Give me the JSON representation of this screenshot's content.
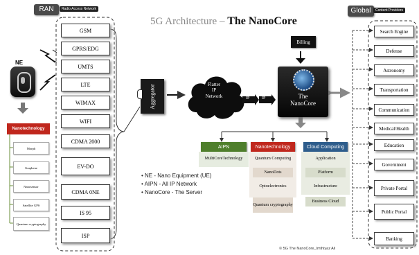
{
  "title_prefix": "5G Architecture – ",
  "title_main": "The NanoCore",
  "ran": {
    "tab": "RAN",
    "tag": "Radio Access Network",
    "items": [
      "GSM",
      "GPRS/EDG",
      "UMTS",
      "LTE",
      "WIMAX",
      "WIFI",
      "CDMA 2000",
      "EV-DO",
      "CDMA 0NE",
      "IS 95",
      "ISP"
    ]
  },
  "ne_label": "NE",
  "ne_tree": {
    "head": "Nanotechnology",
    "items": [
      "Morph",
      "Graphene",
      "Nanosensor",
      "Satellite GPS",
      "Quantum cryptography"
    ]
  },
  "aggregator": "Aggregator",
  "cloud": {
    "line1": "Flatter",
    "line2": "IP",
    "line3": "Network"
  },
  "ip_labels": [
    "IP",
    "IP"
  ],
  "billing": "Billing",
  "nanocore": {
    "line1": "The",
    "line2": "NanoCore"
  },
  "columns": [
    {
      "header": "AIPN",
      "color": "#4f7f2c",
      "cells": [
        "MultiCoreTechnology"
      ]
    },
    {
      "header": "Nanotechnology",
      "color": "#c0271d",
      "cells": [
        "Quantum Computing",
        "NanoDots",
        "Optoelectronics",
        "Quantum cryptography"
      ]
    },
    {
      "header": "Cloud Computing",
      "color": "#2e5d8c",
      "cells": [
        "Application",
        "Platform",
        "Infrastructure",
        "Business Cloud"
      ]
    }
  ],
  "legend": [
    "NE - Nano Equipment (UE)",
    "AIPN - All  IP Network",
    "NanoCore - The Server"
  ],
  "global": {
    "tab": "Global",
    "tag": "Content Providers",
    "items": [
      "Search Engine",
      "Defense",
      "Astronomy",
      "Transportation",
      "Communication",
      "Medical/Health",
      "Education",
      "Government",
      "Private Portal",
      "Public Portal",
      "Banking"
    ]
  },
  "footer": "© 5G The NanoCore_Imthiyaz Ali"
}
